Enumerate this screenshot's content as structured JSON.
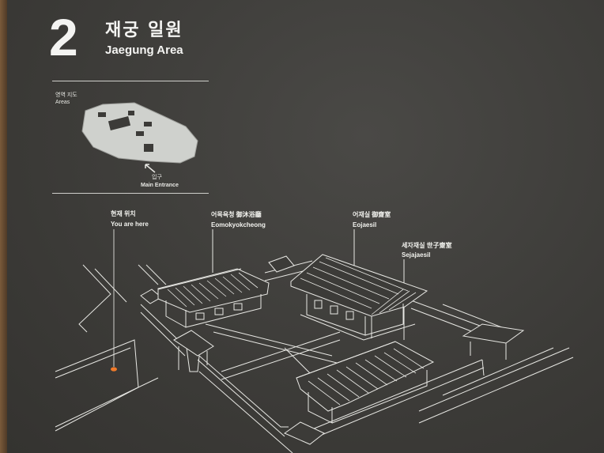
{
  "sign": {
    "number": "2",
    "title_ko": "재궁 일원",
    "title_en": "Jaegung Area"
  },
  "minimap": {
    "label_ko": "영역 지도",
    "label_en": "Areas",
    "entrance_ko": "입구",
    "entrance_en": "Main Entrance"
  },
  "locator": {
    "label_ko": "현재 위치",
    "label_en": "You are here",
    "color": "#f07a2a"
  },
  "buildings": [
    {
      "name_ko": "어목욕청 御沐浴廳",
      "name_en": "Eomokyokcheong"
    },
    {
      "name_ko": "어재실 御齋室",
      "name_en": "Eojaesil"
    },
    {
      "name_ko": "세자재실 世子齋室",
      "name_en": "Sejajaesil"
    }
  ],
  "colors": {
    "board": "#3c3b38",
    "line": "#e8e8e4",
    "accent": "#f07a2a"
  }
}
